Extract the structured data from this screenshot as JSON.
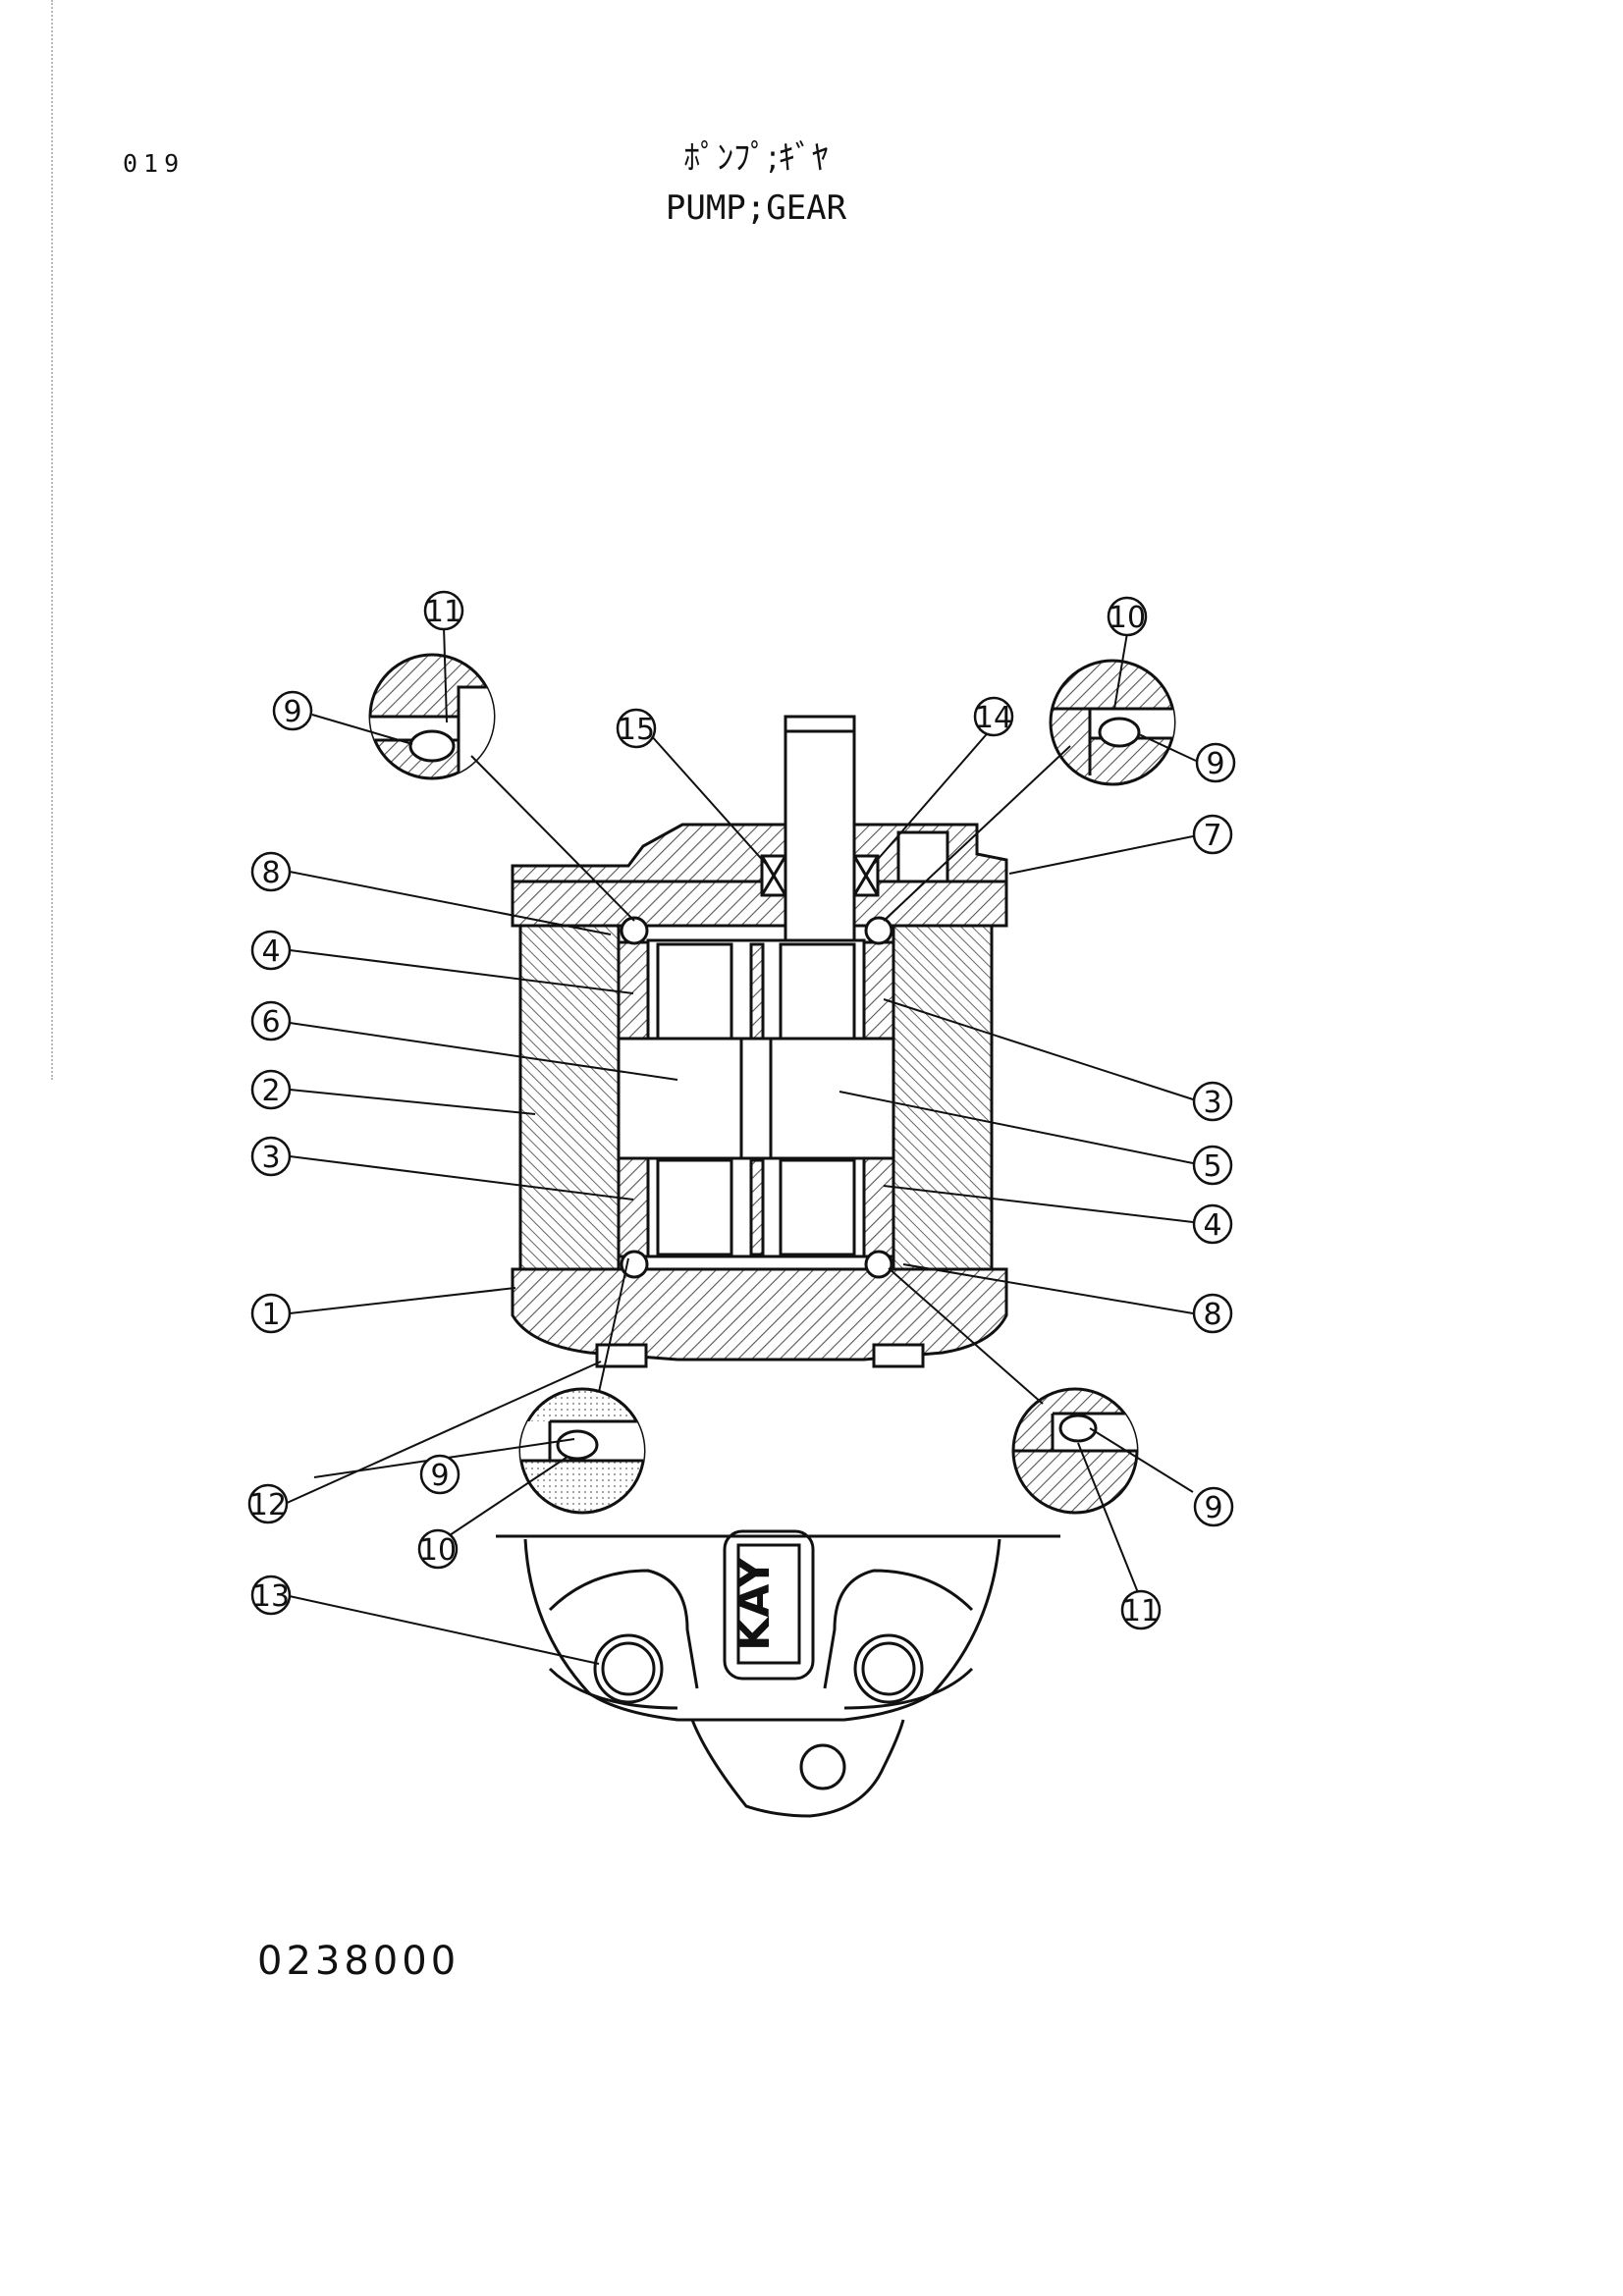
{
  "page_number": "019",
  "title_jp": "ﾎﾟﾝﾌﾟ;ｷﾞﾔ",
  "title_en": "PUMP;GEAR",
  "drawing_number": "0238000",
  "logo_text": "KAY",
  "callouts": {
    "c1": "1",
    "c2": "2",
    "c3a": "3",
    "c3b": "3",
    "c4a": "4",
    "c4b": "4",
    "c5": "5",
    "c6": "6",
    "c7": "7",
    "c8a": "8",
    "c8b": "8",
    "c9a": "9",
    "c9b": "9",
    "c9c": "9",
    "c9d": "9",
    "c10a": "10",
    "c10b": "10",
    "c11a": "11",
    "c11b": "11",
    "c12": "12",
    "c13": "13",
    "c14": "14",
    "c15": "15"
  }
}
